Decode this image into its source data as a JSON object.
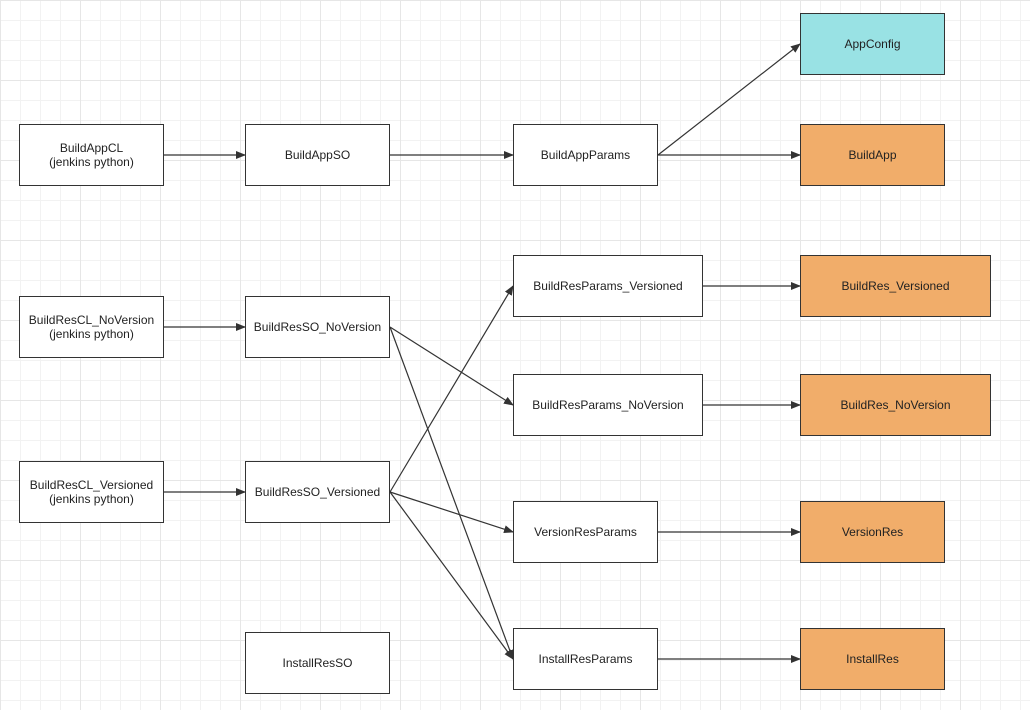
{
  "colors": {
    "edge": "#333333",
    "accent_teal": "#99e2e4",
    "accent_orange": "#f1ad6a",
    "default_fill": "#ffffff"
  },
  "nodes": {
    "buildappcl": {
      "line1": "BuildAppCL",
      "line2": "(jenkins python)"
    },
    "buildappso": {
      "label": "BuildAppSO"
    },
    "buildappparams": {
      "label": "BuildAppParams"
    },
    "appconfig": {
      "label": "AppConfig",
      "fill": "accent_teal"
    },
    "buildapp": {
      "label": "BuildApp",
      "fill": "accent_orange"
    },
    "buildrescl_noversion": {
      "line1": "BuildResCL_NoVersion",
      "line2": "(jenkins python)"
    },
    "buildresso_noversion": {
      "label": "BuildResSO_NoVersion"
    },
    "buildresparams_versioned": {
      "label": "BuildResParams_Versioned"
    },
    "buildres_versioned": {
      "label": "BuildRes_Versioned",
      "fill": "accent_orange"
    },
    "buildresparams_noversion": {
      "label": "BuildResParams_NoVersion"
    },
    "buildres_noversion": {
      "label": "BuildRes_NoVersion",
      "fill": "accent_orange"
    },
    "buildrescl_versioned": {
      "line1": "BuildResCL_Versioned",
      "line2": "(jenkins python)"
    },
    "buildresso_versioned": {
      "label": "BuildResSO_Versioned"
    },
    "versionresparams": {
      "label": "VersionResParams"
    },
    "versionres": {
      "label": "VersionRes",
      "fill": "accent_orange"
    },
    "installresso": {
      "label": "InstallResSO"
    },
    "installresparams": {
      "label": "InstallResParams"
    },
    "installres": {
      "label": "InstallRes",
      "fill": "accent_orange"
    }
  },
  "edges": [
    {
      "from": "buildappcl",
      "to": "buildappso"
    },
    {
      "from": "buildappso",
      "to": "buildappparams"
    },
    {
      "from": "buildappparams",
      "to": "appconfig"
    },
    {
      "from": "buildappparams",
      "to": "buildapp"
    },
    {
      "from": "buildrescl_noversion",
      "to": "buildresso_noversion"
    },
    {
      "from": "buildresso_noversion",
      "to": "buildresparams_noversion"
    },
    {
      "from": "buildresso_noversion",
      "to": "installresparams"
    },
    {
      "from": "buildrescl_versioned",
      "to": "buildresso_versioned"
    },
    {
      "from": "buildresso_versioned",
      "to": "buildresparams_versioned"
    },
    {
      "from": "buildresso_versioned",
      "to": "versionresparams"
    },
    {
      "from": "buildresso_versioned",
      "to": "installresparams"
    },
    {
      "from": "buildresparams_versioned",
      "to": "buildres_versioned"
    },
    {
      "from": "buildresparams_noversion",
      "to": "buildres_noversion"
    },
    {
      "from": "versionresparams",
      "to": "versionres"
    },
    {
      "from": "installresparams",
      "to": "installres"
    }
  ]
}
